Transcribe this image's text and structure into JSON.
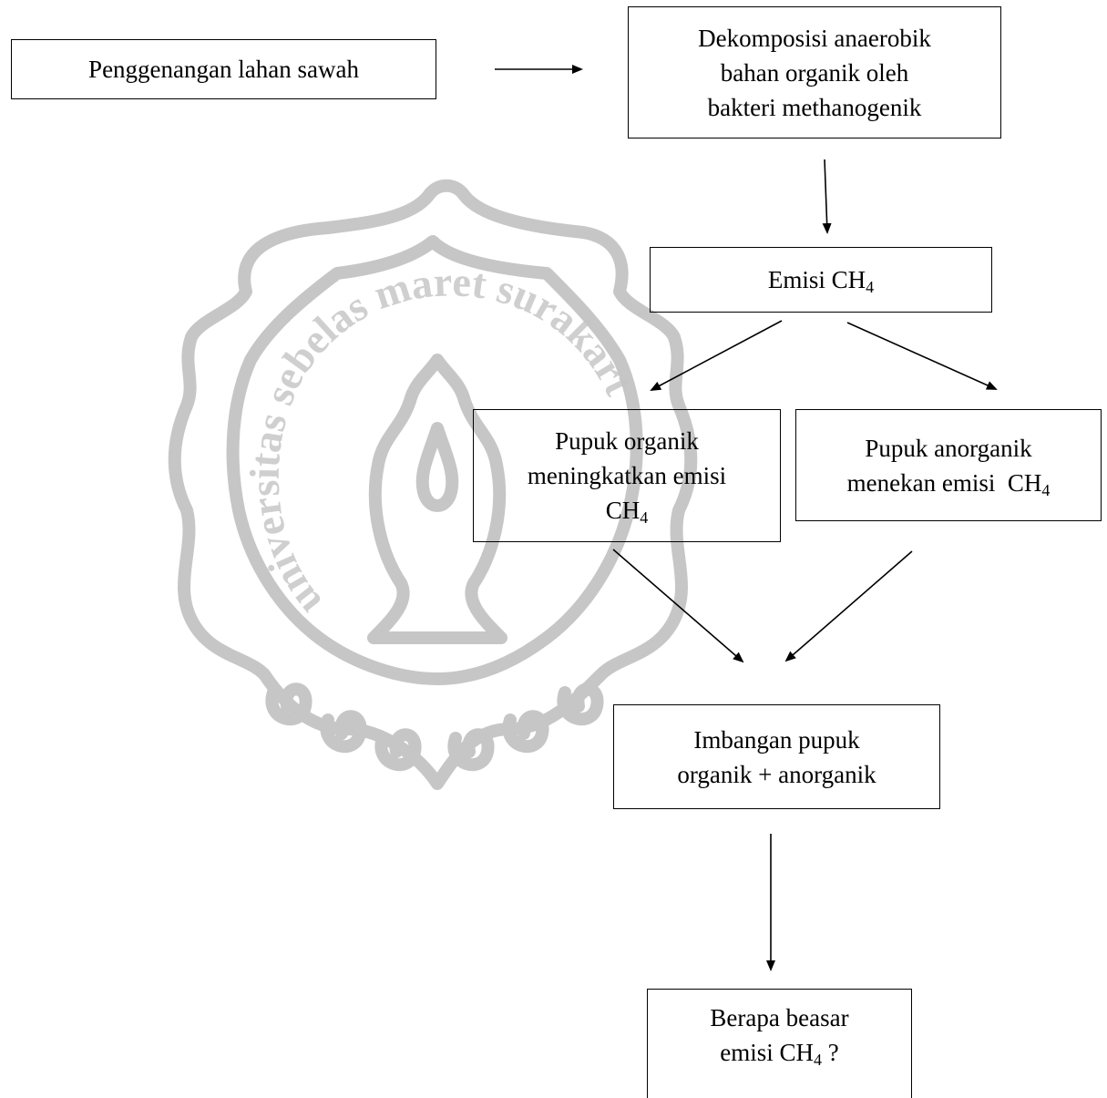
{
  "nodes": {
    "flooding": {
      "text": "Penggenangan lahan sawah"
    },
    "decomposition": {
      "line1": "Dekomposisi anaerobik",
      "line2": "bahan organik oleh",
      "line3": "bakteri methanogenik"
    },
    "emission": {
      "prefix": "Emisi CH",
      "sub": "4"
    },
    "organic": {
      "line1": "Pupuk organik",
      "line2": "meningkatkan emisi",
      "line3_prefix": "CH",
      "line3_sub": "4"
    },
    "inorganic": {
      "line1": "Pupuk anorganik",
      "line2_prefix": "menekan emisi  CH",
      "line2_sub": "4"
    },
    "balance": {
      "line1": "Imbangan pupuk",
      "line2": "organik + anorganik"
    },
    "question": {
      "line1": "Berapa beasar",
      "line2_prefix": "emisi CH",
      "line2_sub": "4",
      "line2_suffix": " ?"
    }
  },
  "edges": [
    {
      "from": "flooding",
      "to": "decomposition"
    },
    {
      "from": "decomposition",
      "to": "emission"
    },
    {
      "from": "emission",
      "to": "organic"
    },
    {
      "from": "emission",
      "to": "inorganic"
    },
    {
      "from": "organic",
      "to": "balance"
    },
    {
      "from": "inorganic",
      "to": "balance"
    },
    {
      "from": "balance",
      "to": "question"
    }
  ],
  "watermark": {
    "kind": "university-seal",
    "text": "universitas sebelas maret surakarta",
    "color": "#b8b8b8"
  }
}
